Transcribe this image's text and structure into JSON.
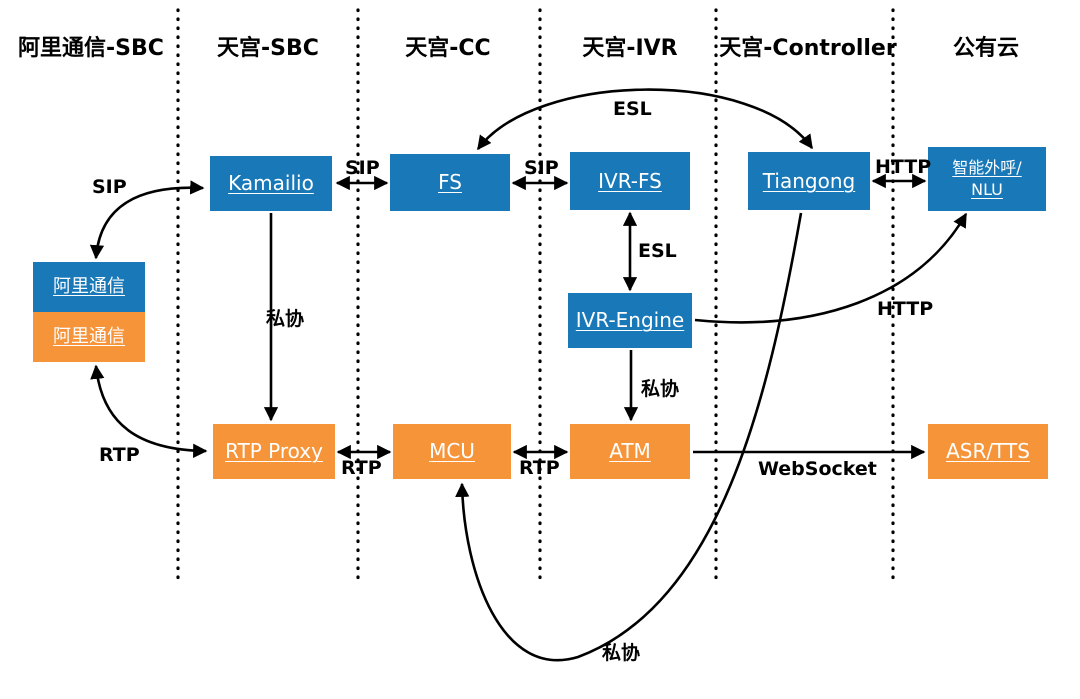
{
  "diagram": {
    "columns": [
      {
        "label": "阿里通信-SBC"
      },
      {
        "label": "天宫-SBC"
      },
      {
        "label": "天宫-CC"
      },
      {
        "label": "天宫-IVR"
      },
      {
        "label": "天宫-Controller"
      },
      {
        "label": "公有云"
      }
    ],
    "nodes": {
      "kamailio": {
        "label": "Kamailio"
      },
      "fs": {
        "label": "FS"
      },
      "ivr_fs": {
        "label": "IVR-FS"
      },
      "tiangong": {
        "label": "Tiangong"
      },
      "nlu": {
        "label_line1": "智能外呼/",
        "label_line2": "NLU"
      },
      "ali_telecom_blue": {
        "label": "阿里通信"
      },
      "ali_telecom_orange": {
        "label": "阿里通信"
      },
      "ivr_engine": {
        "label": "IVR-Engine"
      },
      "rtp_proxy": {
        "label": "RTP Proxy"
      },
      "mcu": {
        "label": "MCU"
      },
      "atm": {
        "label": "ATM"
      },
      "asr_tts": {
        "label": "ASR/TTS"
      }
    },
    "edge_labels": {
      "sip_left": "SIP",
      "sip_kamailio_fs": "SIP",
      "sip_fs_ivrfs": "SIP",
      "esl_top_arc": "ESL",
      "http_tiangong_nlu": "HTTP",
      "esl_ivrfs_engine": "ESL",
      "private_kamailio_proxy": "私协",
      "private_engine_atm": "私协",
      "rtp_left": "RTP",
      "rtp_proxy_mcu": "RTP",
      "rtp_mcu_atm": "RTP",
      "websocket_atm_asr": "WebSocket",
      "http_engine_nlu": "HTTP",
      "private_tiangong_mcu": "私协"
    },
    "colors": {
      "blue": "#1878B8",
      "orange": "#F6943A",
      "line": "#000000"
    }
  }
}
